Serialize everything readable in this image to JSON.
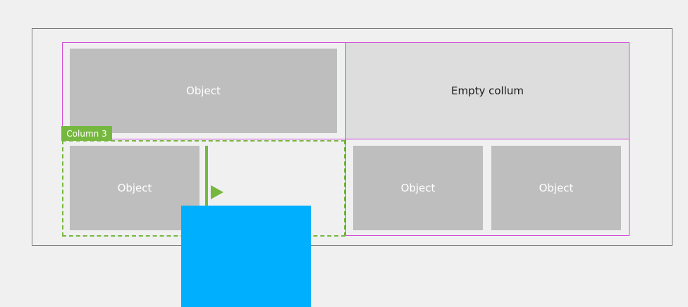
{
  "objects": [
    {
      "label": "Object"
    },
    {
      "label": "Object"
    },
    {
      "label": "Object"
    },
    {
      "label": "Object"
    }
  ],
  "empty_column": {
    "label": "Empty collum"
  },
  "highlighted_column": {
    "label": "Column 3"
  },
  "colors": {
    "accent_green": "#76b83f",
    "grid_magenta": "#d34ad6",
    "drag_blue": "#00b0ff",
    "object_gray": "#bebebe",
    "empty_cell_gray": "#dcdddc"
  },
  "icons": {
    "insert_arrow": "play-triangle-icon"
  }
}
